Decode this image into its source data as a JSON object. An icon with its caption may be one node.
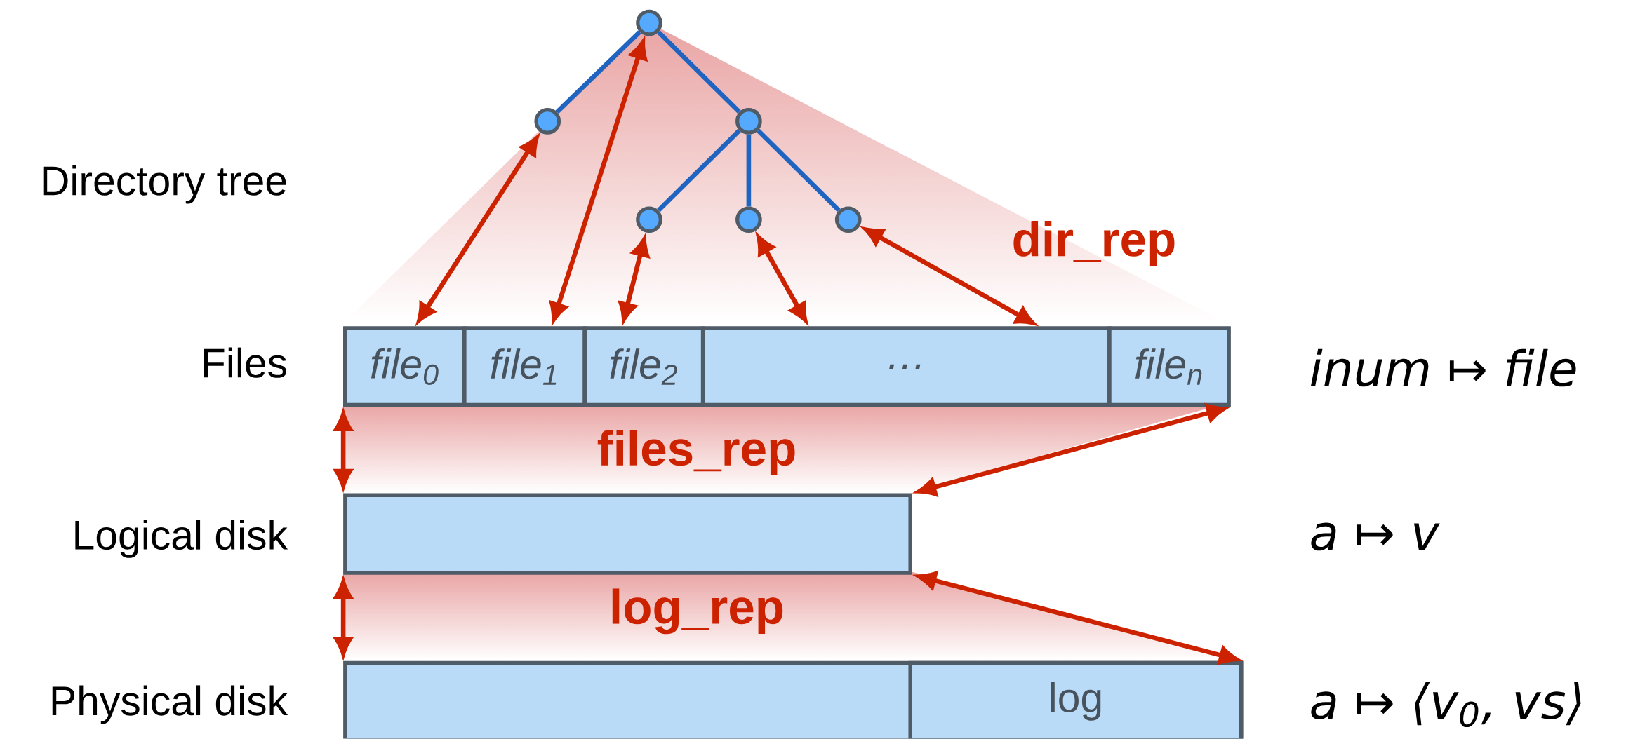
{
  "diagram": {
    "nodes": [
      {
        "text": [],
        "shape": "circle"
      },
      {
        "text": [],
        "shape": "circle"
      },
      {
        "text": [],
        "shape": "circle"
      },
      {
        "text": [],
        "shape": "circle"
      },
      {
        "text": [],
        "shape": "circle"
      },
      {
        "text": [],
        "shape": "circle"
      },
      {
        "text": [],
        "shape": "bar",
        "beside": [
          "Files"
        ]
      },
      {
        "text": [
          "file$_{0}$"
        ],
        "in": 6
      },
      {
        "text": [
          "file$_{1}$"
        ],
        "in": 6
      },
      {
        "text": [
          "file$_{2}$"
        ],
        "in": 6
      },
      {
        "text": [
          "…"
        ],
        "in": 6
      },
      {
        "text": [
          "file$_{n}$"
        ],
        "in": 6
      },
      {
        "text": [],
        "shape": "bar",
        "beside": [
          "Logical disk"
        ]
      },
      {
        "text": [],
        "shape": "bar",
        "beside": [
          "Physical disk"
        ]
      },
      {
        "text": [
          "log"
        ],
        "in": 13
      }
    ],
    "edges": [
      {
        "from": 0,
        "to": 1,
        "arrow": "none",
        "color": "#1f64c0"
      },
      {
        "from": 0,
        "to": 2,
        "arrow": "none",
        "color": "#1f64c0"
      },
      {
        "from": 2,
        "to": 3,
        "arrow": "none",
        "color": "#1f64c0"
      },
      {
        "from": 2,
        "to": 4,
        "arrow": "none",
        "color": "#1f64c0"
      },
      {
        "from": 2,
        "to": 5,
        "arrow": "none",
        "color": "#1f64c0"
      },
      {
        "from": 1,
        "to": 7,
        "arrow": "both"
      },
      {
        "from": 0,
        "to": 8,
        "arrow": "both"
      },
      {
        "from": 3,
        "to": 9,
        "arrow": "both"
      },
      {
        "from": 4,
        "to": 10,
        "arrow": "both"
      },
      {
        "from": 5,
        "to": 10,
        "arrow": "both"
      },
      {
        "from": 6,
        "to": 12,
        "arrow": "both"
      },
      {
        "from": 6,
        "to": 12,
        "arrow": "both"
      },
      {
        "from": 12,
        "to": 13,
        "arrow": "both"
      },
      {
        "from": 12,
        "to": 13,
        "arrow": "both"
      }
    ],
    "labels": [
      "Directory tree",
      "dir_rep",
      "inum ↦ file",
      "files_rep",
      "a ↦ v",
      "log_rep",
      "a ↦ ⟨v$_{0}$, vs⟩"
    ]
  }
}
